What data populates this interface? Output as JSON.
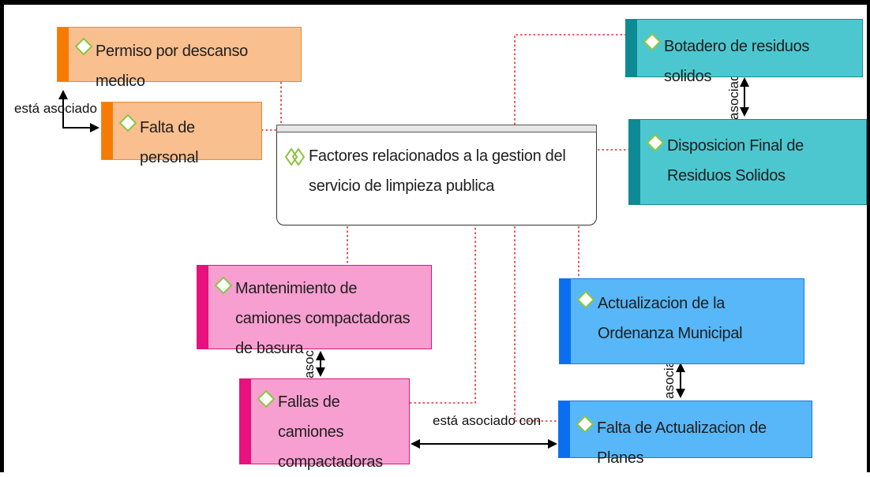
{
  "diagram": {
    "central": {
      "label": "Factores relacionados a la gestion del servicio de limpieza publica"
    },
    "nodes": {
      "permiso": {
        "label": "Permiso por descanso medico"
      },
      "falta_personal": {
        "label": "Falta de personal"
      },
      "botadero": {
        "label": "Botadero de residuos solidos"
      },
      "disposicion": {
        "label": "Disposicion Final de Residuos Solidos"
      },
      "mantenimiento": {
        "label": "Mantenimiento de camiones compactadoras de basura"
      },
      "fallas": {
        "label": "Fallas de camiones compactadoras"
      },
      "actualizacion_ordenanza": {
        "label": "Actualizacion de la Ordenanza Municipal"
      },
      "falta_actualizacion": {
        "label": "Falta de Actualizacion de Planes"
      }
    },
    "relations": {
      "permiso_personal": "está asociado c",
      "botadero_disposicion": "asociad",
      "mantenimiento_fallas": "asocia",
      "ordenanza_planes": "asocia",
      "fallas_planes": "está asociado con"
    }
  },
  "colors": {
    "orange_fill": "#f9bf8f",
    "orange_bar": "#f57c00",
    "teal_fill": "#4cc7cf",
    "teal_bar": "#0d8a94",
    "pink_fill": "#f79fd0",
    "pink_bar": "#e8117d",
    "blue_fill": "#57b7f8",
    "blue_bar": "#0a6ef0",
    "link_dotted": "#e4282c",
    "diamond_stroke": "#8cc63f"
  },
  "icons": {
    "code": "diamond-outline-icon",
    "code_group": "double-diamond-icon"
  }
}
